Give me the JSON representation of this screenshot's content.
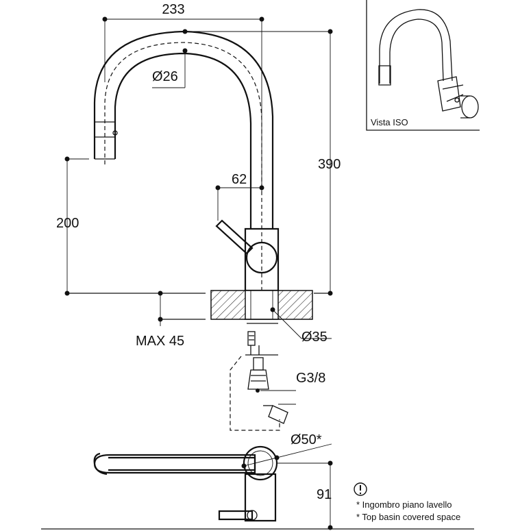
{
  "dimensions": {
    "width_top": "233",
    "diameter_spout": "Ø26",
    "height_total": "390",
    "handle_offset": "62",
    "spout_height": "200",
    "max_thickness": "MAX 45",
    "diameter_hole": "Ø35",
    "thread": "G3/8",
    "diameter_base": "Ø50*",
    "depth_top": "91"
  },
  "iso_view": {
    "label": "Vista ISO"
  },
  "note": {
    "icon": "exclamation-circle-icon",
    "line_it": "* Ingombro piano lavello",
    "line_en": "* Top basin covered space"
  }
}
